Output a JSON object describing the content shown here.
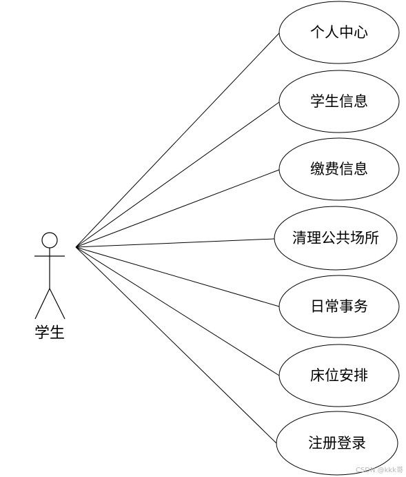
{
  "actor": {
    "label": "学生"
  },
  "use_cases": [
    {
      "label": "个人中心"
    },
    {
      "label": "学生信息"
    },
    {
      "label": "缴费信息"
    },
    {
      "label": "清理公共场所"
    },
    {
      "label": "日常事务"
    },
    {
      "label": "床位安排"
    },
    {
      "label": "注册登录"
    }
  ],
  "watermark": "CSDN @kkk哥",
  "colors": {
    "stroke": "#000000",
    "background": "#ffffff",
    "watermark": "#b5b5b5"
  }
}
